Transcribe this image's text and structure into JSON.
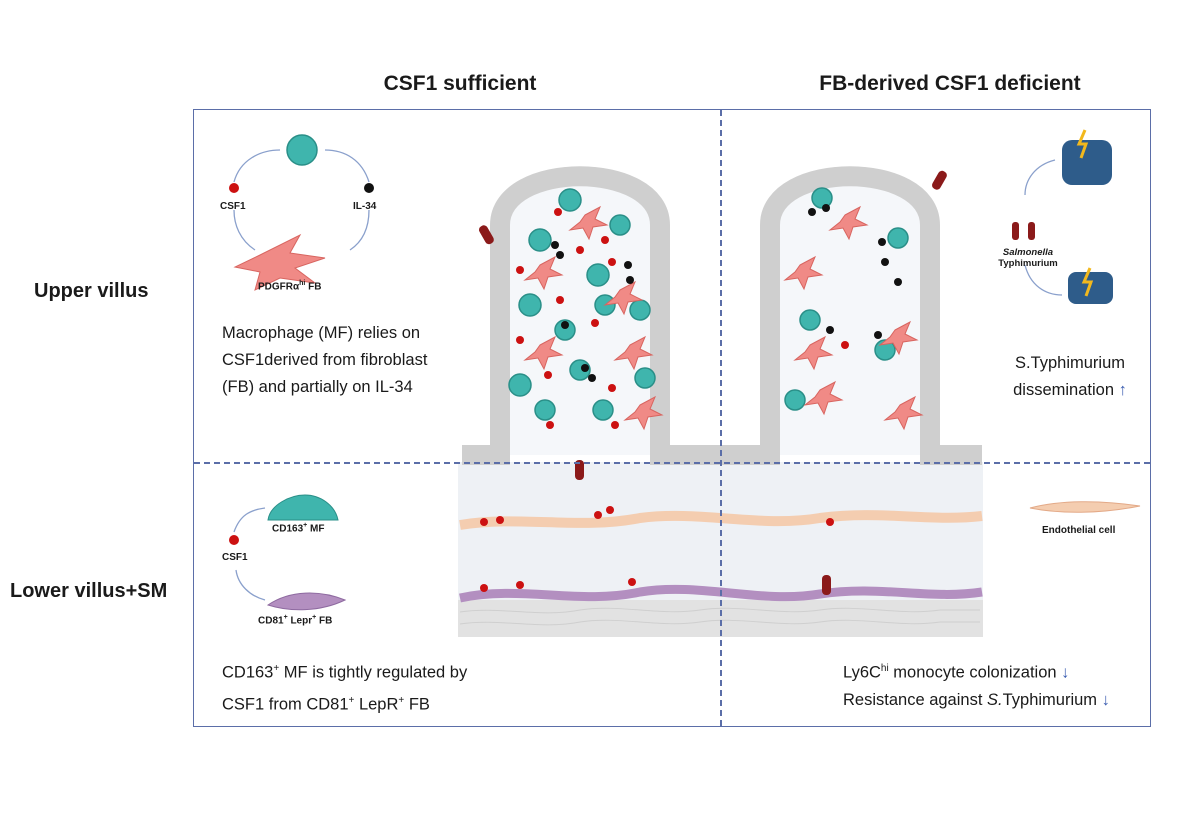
{
  "headers": {
    "left": "CSF1 sufficient",
    "right": "FB-derived CSF1 deficient"
  },
  "rows": {
    "upper": "Upper villus",
    "lower": "Lower villus+SM"
  },
  "upper_left": {
    "csf1": "CSF1",
    "il34": "IL-34",
    "fb_prefix": "PDGFRα",
    "fb_sup": "hi",
    "fb_suffix": " FB",
    "text1": "Macrophage (MF) relies on",
    "text2": "CSF1derived from fibroblast",
    "text3": "(FB) and partially on IL-34"
  },
  "upper_right": {
    "salmonella1": "Salmonella",
    "salmonella2": "Typhimurium",
    "text1": "S.Typhimurium",
    "text2": "dissemination",
    "arrow": "↑"
  },
  "lower_left": {
    "mf_prefix": "CD163",
    "mf_sup": "+",
    "mf_suffix": " MF",
    "csf1": "CSF1",
    "fb_a": "CD81",
    "fb_a_sup": "+",
    "fb_b": " Lepr",
    "fb_b_sup": "+",
    "fb_c": " FB",
    "text1_a": "CD163",
    "text1_sup": "+",
    "text1_b": " MF is tightly regulated by",
    "text2_a": "CSF1 from CD81",
    "text2_sup1": "+",
    "text2_b": " LepR",
    "text2_sup2": "+",
    "text2_c": " FB"
  },
  "lower_right": {
    "endothelial": "Endothelial cell",
    "text1_a": "Ly6C",
    "text1_sup": "hi",
    "text1_b": " monocyte colonization",
    "text2_a": "Resistance against ",
    "text2_b": "S.",
    "text2_c": "Typhimurium",
    "arrow_down": "↓"
  },
  "colors": {
    "frame": "#5b6ea8",
    "macrophage": "#3fb5ad",
    "fibroblast": "#f08a86",
    "csf1_dot": "#cc1111",
    "il34_dot": "#111111",
    "cd81_fb": "#b38fc0",
    "endothelial": "#f4cdb0",
    "villus_edge": "#cfcfcf",
    "bacteria": "#8b1a1a"
  }
}
